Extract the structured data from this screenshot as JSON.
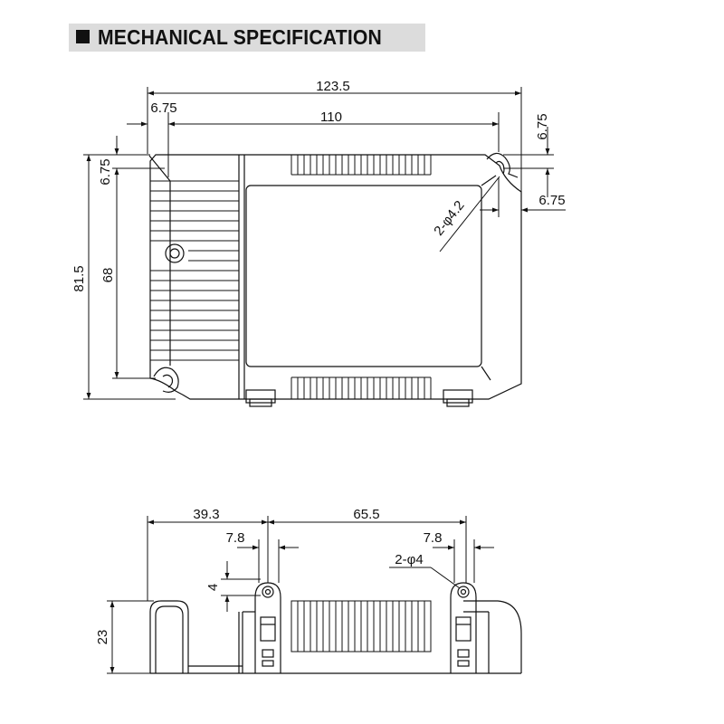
{
  "header": {
    "title": "MECHANICAL SPECIFICATION"
  },
  "top_view": {
    "dim_overall_width": "123.5",
    "dim_left_offset": "6.75",
    "dim_hole_spacing": "110",
    "dim_right_top": "6.75",
    "dim_right_side": "6.75",
    "dim_left_top": "6.75",
    "dim_overall_height": "81.5",
    "dim_hole_vertical": "68",
    "hole_label": "2-φ4.2"
  },
  "side_view": {
    "dim_left_to_tab": "39.3",
    "dim_tab_spacing": "65.5",
    "dim_tab_width_left": "7.8",
    "dim_tab_width_right": "7.8",
    "dim_tab_hole_offset": "4",
    "dim_height": "23",
    "hole_label": "2-φ4"
  },
  "colors": {
    "line": "#111111",
    "header_bg": "#dcdcdc"
  }
}
